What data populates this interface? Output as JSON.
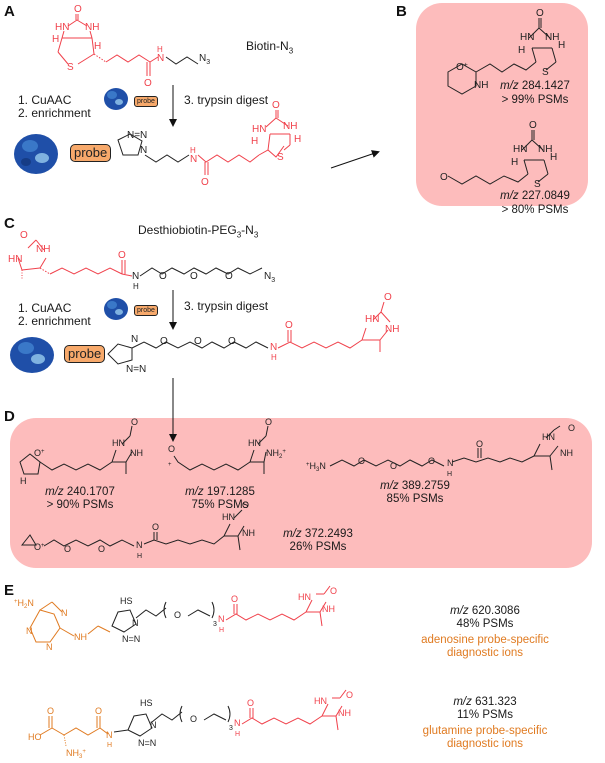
{
  "figure": {
    "panels": {
      "A": {
        "letter": "A",
        "reagent_name": "Biotin-N",
        "reagent_sub": "3",
        "steps": [
          "1. CuAAC",
          "2. enrichment"
        ],
        "digest_step": "3. trypsin digest",
        "probe_label": "probe",
        "probe_label_small": "probe"
      },
      "B": {
        "letter": "B",
        "ions": [
          {
            "mz_prefix": "m/z",
            "mz": "284.1427",
            "psm": "> 99% PSMs"
          },
          {
            "mz_prefix": "m/z",
            "mz": "227.0849",
            "psm": "> 80% PSMs"
          }
        ]
      },
      "C": {
        "letter": "C",
        "reagent_name": "Desthiobiotin-PEG",
        "reagent_sub1": "3",
        "reagent_mid": "-N",
        "reagent_sub2": "3",
        "steps": [
          "1. CuAAC",
          "2. enrichment"
        ],
        "digest_step": "3. trypsin digest",
        "probe_label": "probe",
        "probe_label_small": "probe"
      },
      "D": {
        "letter": "D",
        "ions": [
          {
            "mz_prefix": "m/z",
            "mz": "240.1707",
            "psm": "> 90% PSMs"
          },
          {
            "mz_prefix": "m/z",
            "mz": "197.1285",
            "psm": "75% PSMs"
          },
          {
            "mz_prefix": "m/z",
            "mz": "389.2759",
            "psm": "85% PSMs"
          },
          {
            "mz_prefix": "m/z",
            "mz": "372.2493",
            "psm": "26% PSMs"
          }
        ]
      },
      "E": {
        "letter": "E",
        "ions": [
          {
            "mz_prefix": "m/z",
            "mz": "620.3086",
            "psm": "48% PSMs",
            "label_line1": "adenosine probe-specific",
            "label_line2": "diagnostic ions"
          },
          {
            "mz_prefix": "m/z",
            "mz": "631.323",
            "psm": "11% PSMs",
            "label_line1": "glutamine probe-specific",
            "label_line2": "diagnostic ions"
          }
        ]
      }
    },
    "atom_labels": {
      "O": "O",
      "HN": "HN",
      "NH": "NH",
      "H": "H",
      "S": "S",
      "N": "N",
      "N3": "N",
      "sub3": "3",
      "NH2plus": "NH",
      "H3N": "H",
      "SH": "HS",
      "HO": "HO",
      "NH3": "NH",
      "H2N": "H",
      "Oplus": "O"
    },
    "colors": {
      "biotin_red": "#f0414b",
      "box_pink": "#fdbcbc",
      "probe_orange": "#f7a96b",
      "adduct_orange": "#e07b22",
      "protein_blue": "#1f4fa8"
    }
  }
}
